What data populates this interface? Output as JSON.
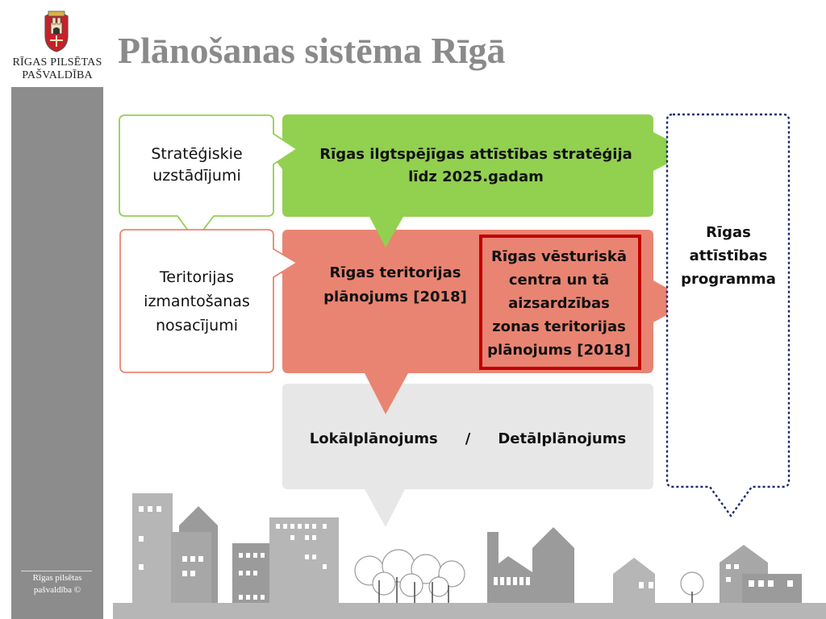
{
  "header": {
    "title": "Plānošanas sistēma Rīgā",
    "logo_line1": "RĪGAS PILSĒTAS",
    "logo_line2": "PAŠVALDĪBA"
  },
  "footer": {
    "line1": "Rīgas pilsētas",
    "line2": "pašvaldība ©"
  },
  "diagram": {
    "strategic_label": "Stratēģiskie uzstādījumi",
    "strategy_box": "Rīgas ilgtspējīgas attīstības stratēģija līdz 2025.gadam",
    "land_use_label": "Teritorijas izmantošanas nosacījumi",
    "territory_plan": "Rīgas teritorijas plānojums [2018]",
    "historic_center_plan": "Rīgas vēsturiskā centra un tā aizsardzības zonas teritorijas plānojums [2018]",
    "local_plan": "Lokālplānojums",
    "separator": "/",
    "detail_plan": "Detālplānojums",
    "development_program": "Rīgas attīstības programma"
  },
  "colors": {
    "green": "#92d050",
    "salmon": "#e98472",
    "gray_box": "#e7e7e7",
    "dark_red": "#c00000",
    "navy_dotted": "#1f2a6e",
    "sidebar": "#8b8c8b",
    "title": "#8a8a8a",
    "city_silhouette": "#b6b6b6"
  },
  "icons": [
    "riga-coat-of-arms-icon",
    "city-skyline-illustration"
  ]
}
